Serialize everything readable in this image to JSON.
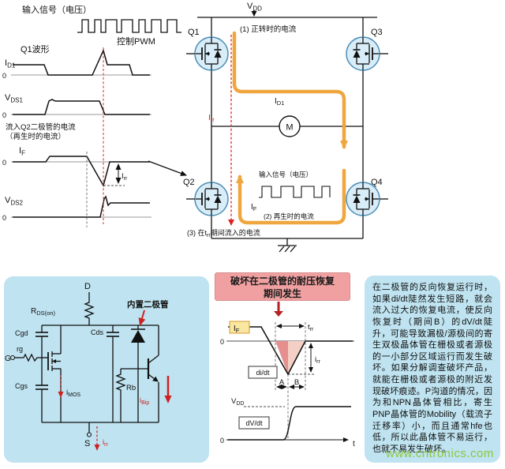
{
  "colors": {
    "panel_blue": "#bfe3f0",
    "header_pink": "#f0a0a0",
    "orange": "#efa63e",
    "red": "#dd2222",
    "dark_red": "#cc2222",
    "green": "#8dc63f",
    "mosfet_fill": "#d9edf8",
    "mosfet_stroke": "#4a8db5"
  },
  "top_left": {
    "input_label": "输入信号（电压）",
    "pwm_label": "控制PWM"
  },
  "left_panel": {
    "title": "Q1波形",
    "id1": {
      "base": "I",
      "sub": "D1"
    },
    "vds1": {
      "base": "V",
      "sub": "DS1"
    },
    "note1": "流入Q2二极管的电流",
    "note2": "（再生时的电流）",
    "if": {
      "base": "I",
      "sub": "F"
    },
    "irr": {
      "base": "I",
      "sub": "rr"
    },
    "vds2": {
      "base": "V",
      "sub": "DS2"
    },
    "zero": "0"
  },
  "bridge": {
    "vdd": {
      "base": "V",
      "sub": "DD"
    },
    "q1": "Q1",
    "q2": "Q2",
    "q3": "Q3",
    "q4": "Q4",
    "motor": "M",
    "note_forward": "(1) 正转时的电流",
    "id1": {
      "base": "I",
      "sub": "D1"
    },
    "irr": {
      "base": "I",
      "sub": "rr"
    },
    "inner_input_label": "输入信号（电压）",
    "if": {
      "base": "I",
      "sub": "F"
    },
    "note_regen": "(2) 再生时的电流",
    "note_trr_pre": "(3) 在t",
    "note_trr_sub": "rr",
    "note_trr_post": "期间流入的电流"
  },
  "model": {
    "d": "D",
    "g": "G",
    "s": "S",
    "rds": {
      "base": "R",
      "sub": "DS(on)"
    },
    "builtin_diode": "内置二极管",
    "cgd": "Cgd",
    "rg": "rg",
    "cgs": "Cgs",
    "cds": "Cds",
    "rb": "Rb",
    "imos": {
      "base": "i",
      "sub": "MOS"
    },
    "ibip": {
      "base": "i",
      "sub": "Bip"
    },
    "irr": {
      "base": "i",
      "sub": "rr"
    }
  },
  "recovery": {
    "header_line1": "破坏在二极管的耐压恢复",
    "header_line2": "期间发生",
    "zero_top": "0",
    "if": {
      "base": "I",
      "sub": "F"
    },
    "trr": {
      "base": "t",
      "sub": "rr"
    },
    "didt": "di/dt",
    "irr": {
      "base": "i",
      "sub": "rr"
    },
    "region_a": "A",
    "region_b": "B",
    "vdd": {
      "base": "V",
      "sub": "DD"
    },
    "dvdt": "dV/dt",
    "zero_bottom": "0",
    "t": "t"
  },
  "explanation": {
    "text": "在二极管的反向恢复运行时，如果di/dt陡然发生短路，就会流入过大的恢复电流，使反向恢复时（期间B）的dV/dt陡升，可能导致漏极/源极间的寄生双极晶体管在栅极或者源极的一小部分区域运行而发生破坏。如果分解调查破坏产品，就能在栅极或者源极的附近发现破坏痕迹。P沟道的情况，因为和NPN晶体管相比，寄生PNP晶体管的Mobility（载流子迁移率）小，而且通常hfe也低，所以此晶体管不易运行，也就不易发生破坏。"
  },
  "watermark": "www.cntronics.com"
}
